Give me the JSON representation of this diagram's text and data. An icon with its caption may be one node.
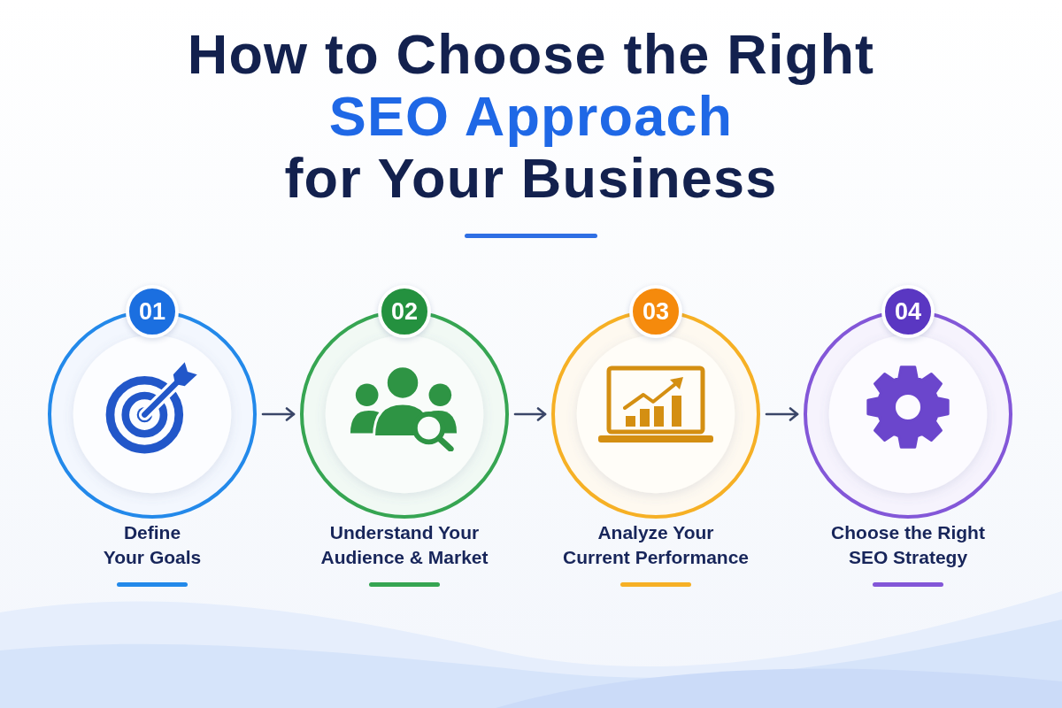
{
  "diagram": {
    "title": "How to Choose the Right **SEO Approach** for Your Business",
    "nodes": [
      {
        "text": [
          "01"
        ],
        "beside": [
          "Define Your Goals"
        ]
      },
      {
        "text": [
          "02"
        ],
        "beside": [
          "Understand Your Audience & Market"
        ]
      },
      {
        "text": [
          "03"
        ],
        "beside": [
          "Analyze Your Current Performance"
        ]
      },
      {
        "text": [
          "04"
        ],
        "beside": [
          "Choose the Right SEO Strategy"
        ]
      }
    ],
    "edges": [
      {
        "from": 0,
        "to": 1,
        "arrow": "to"
      },
      {
        "from": 1,
        "to": 2,
        "arrow": "to"
      },
      {
        "from": 2,
        "to": 3,
        "arrow": "to"
      }
    ]
  }
}
